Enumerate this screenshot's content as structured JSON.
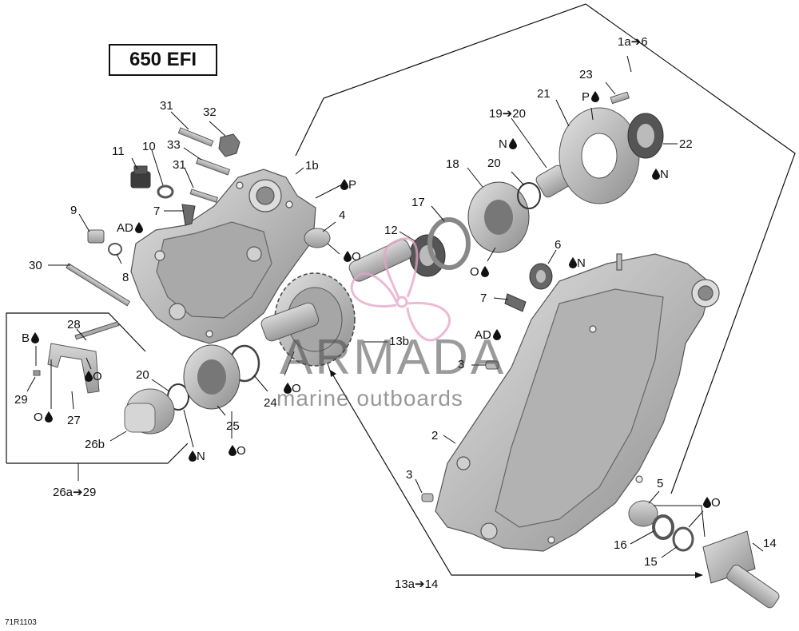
{
  "diagram": {
    "title": "650 EFI",
    "figure_code": "71R1103",
    "watermark": {
      "name": "ARMADA",
      "tagline": "marine outboards",
      "accent_color": "#e6a3c7"
    },
    "colors": {
      "part_fill": "#c4c4c4",
      "part_stroke": "#555555",
      "line": "#111111"
    },
    "callouts": {
      "c1a6": "1a➔6",
      "c1b": "1b",
      "c2": "2",
      "c3a": "3",
      "c3b": "3",
      "c4": "4",
      "c5": "5",
      "c6": "6",
      "c7a": "7",
      "c7b": "7",
      "c8": "8",
      "c9": "9",
      "c10": "10",
      "c11": "11",
      "c12": "12",
      "c13a14": "13a➔14",
      "c13b": "13b",
      "c14": "14",
      "c15": "15",
      "c16": "16",
      "c17": "17",
      "c18": "18",
      "c19_20": "19➔20",
      "c20a": "20",
      "c20b": "20",
      "c21": "21",
      "c22": "22",
      "c23": "23",
      "c24": "24",
      "c25": "25",
      "c26a29": "26a➔29",
      "c26b": "26b",
      "c27": "27",
      "c28": "28",
      "c29": "29",
      "c30": "30",
      "c31a": "31",
      "c31b": "31",
      "c32": "32",
      "c33": "33"
    },
    "lubricant_tags": {
      "p_top": "P",
      "p_ring": "P",
      "n_ring": "N",
      "n_seal": "N",
      "n_6": "N",
      "n_26": "N",
      "o_4": "O",
      "o_18": "O",
      "o_13b": "O",
      "o_25": "O",
      "o_27a": "O",
      "o_27b": "O",
      "o_5": "O",
      "b_28": "B",
      "ad_7a": "AD",
      "ad_7b": "AD"
    }
  }
}
